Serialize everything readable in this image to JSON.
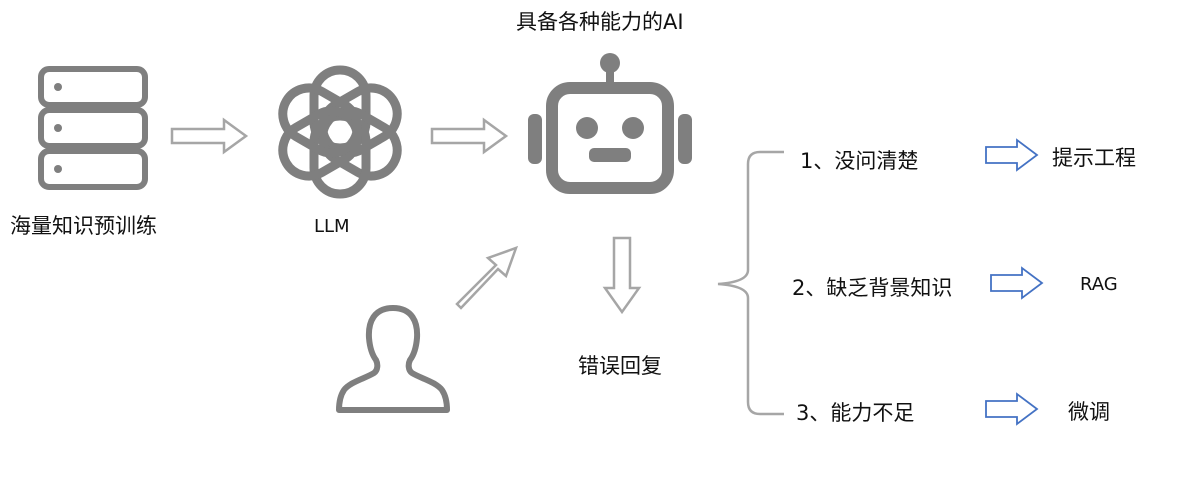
{
  "title": "具备各种能力的AI",
  "source_label": "海量知识预训练",
  "llm_label": "LLM",
  "wrong_reply_label": "错误回复",
  "branches": [
    {
      "problem": "1、没问清楚",
      "solution": "提示工程"
    },
    {
      "problem": "2、缺乏背景知识",
      "solution": "RAG"
    },
    {
      "problem": "3、能力不足",
      "solution": "微调"
    }
  ],
  "colors": {
    "icon_gray": "#7f7f7f",
    "arrow_gray": "#a6a6a6",
    "arrow_blue": "#4472c4",
    "brace_gray": "#a6a6a6"
  },
  "icons": [
    "server-icon",
    "openai-logo-icon",
    "robot-icon",
    "user-icon"
  ]
}
